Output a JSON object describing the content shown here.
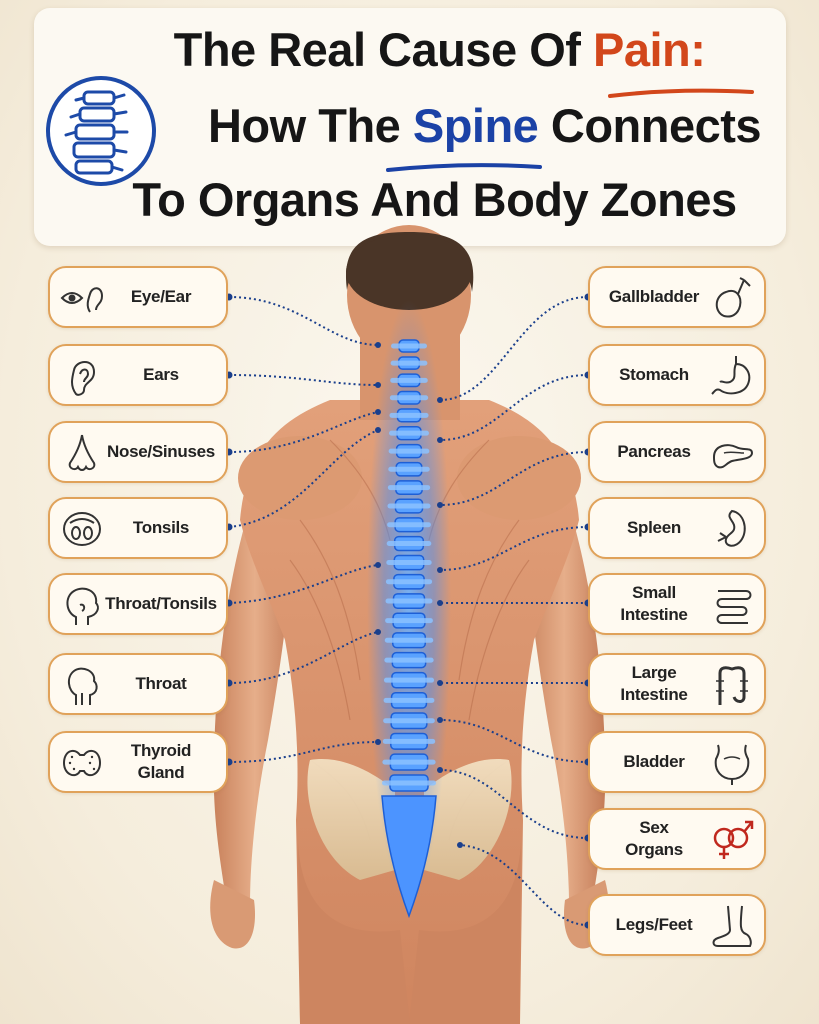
{
  "title": {
    "line1_pre": "The Real Cause Of ",
    "line1_accent": "Pain:",
    "line2_pre": "How The ",
    "line2_accent": "Spine",
    "line2_post": " Connects",
    "line3": "To Organs And Body Zones"
  },
  "colors": {
    "accent_red": "#d2471b",
    "accent_blue": "#1b42a6",
    "box_border": "#e0a25a",
    "connector": "#1a3f8c",
    "spine_glow": "#3b8cff"
  },
  "left_labels": [
    {
      "text": "Eye/Ear",
      "icon": "eye-ear-icon"
    },
    {
      "text": "Ears",
      "icon": "ear-icon"
    },
    {
      "text": "Nose/Sinuses",
      "icon": "nose-icon"
    },
    {
      "text": "Tonsils",
      "icon": "tonsils-icon"
    },
    {
      "text": "Throat/Tonsils",
      "icon": "head-profile-icon"
    },
    {
      "text": "Throat",
      "icon": "throat-icon"
    },
    {
      "text": "Thyroid\nGland",
      "icon": "thyroid-icon"
    }
  ],
  "right_labels": [
    {
      "text": "Gallbladder",
      "icon": "gallbladder-icon"
    },
    {
      "text": "Stomach",
      "icon": "stomach-icon"
    },
    {
      "text": "Pancreas",
      "icon": "pancreas-icon"
    },
    {
      "text": "Spleen",
      "icon": "spleen-icon"
    },
    {
      "text": "Small\nIntestine",
      "icon": "small-intestine-icon"
    },
    {
      "text": "Large\nIntestine",
      "icon": "large-intestine-icon"
    },
    {
      "text": "Bladder",
      "icon": "bladder-icon"
    },
    {
      "text": "Sex\nOrgans",
      "icon": "sex-organs-icon"
    },
    {
      "text": "Legs/Feet",
      "icon": "foot-icon"
    }
  ]
}
